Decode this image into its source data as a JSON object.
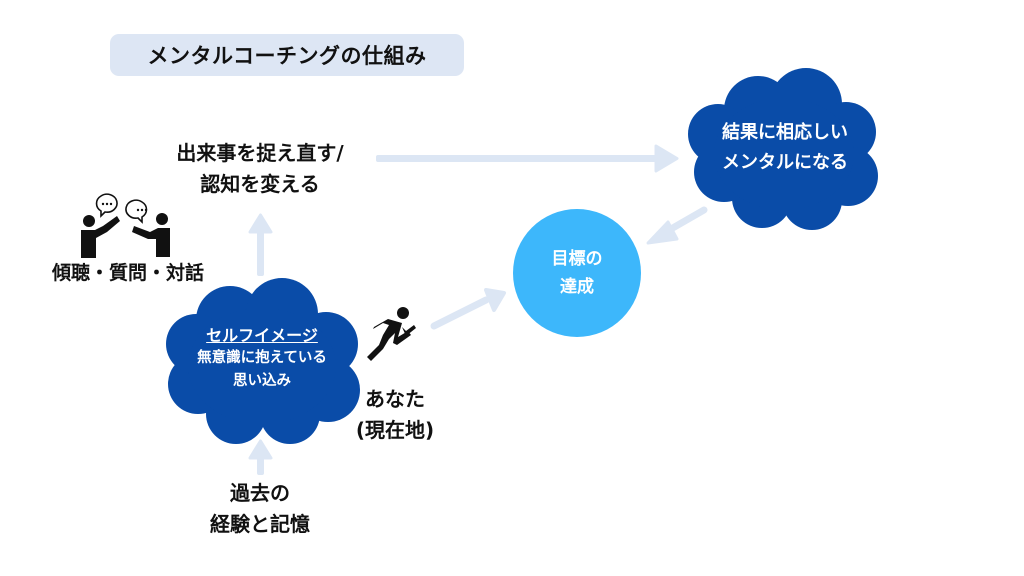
{
  "title": "メンタルコーチングの仕組み",
  "nodes": {
    "reframe": {
      "line1": "出来事を捉え直す/",
      "line2": "認知を変える"
    },
    "result_mental": {
      "line1": "結果に相応しい",
      "line2": "メンタルになる"
    },
    "goal": {
      "line1": "目標の",
      "line2": "達成"
    },
    "coaching": {
      "label": "傾聴・質問・対話"
    },
    "self_image": {
      "heading": "セルフイメージ",
      "line1": "無意識に抱えている",
      "line2": "思い込み"
    },
    "you": {
      "line1": "あなた",
      "line2": "(現在地)"
    },
    "past": {
      "line1": "過去の",
      "line2": "経験と記憶"
    }
  },
  "icons": {
    "coaching": "two-people-talking-icon",
    "you": "running-person-icon"
  },
  "colors": {
    "cloud": "#0a4ca8",
    "circle": "#3db7fb",
    "arrow": "#dce6f4",
    "title_bg": "#dde6f4",
    "text": "#111111"
  }
}
